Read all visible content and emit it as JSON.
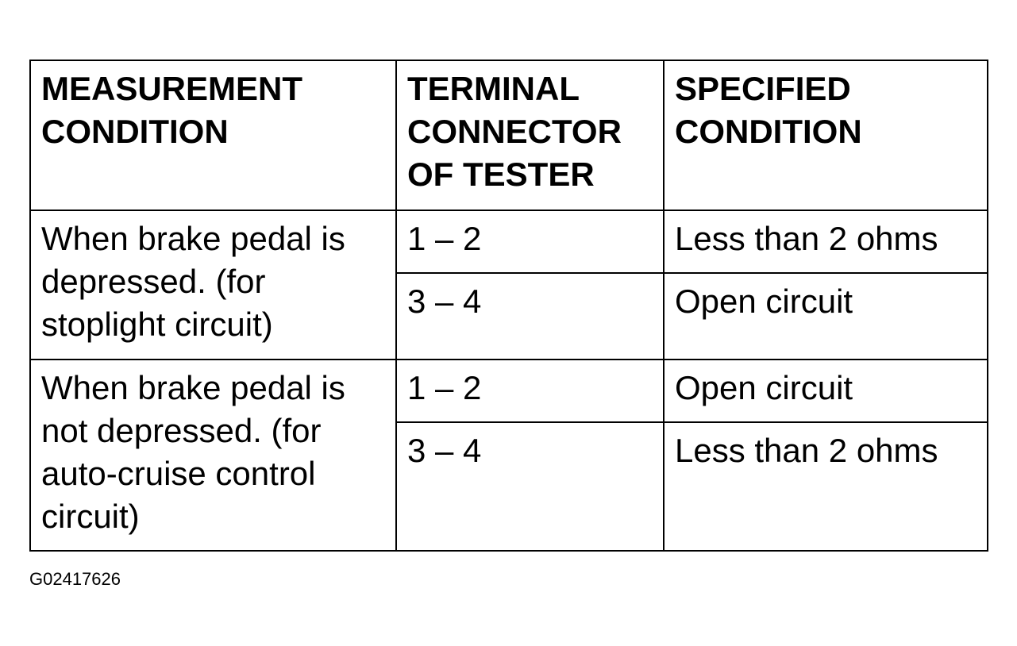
{
  "table": {
    "headers": [
      "MEASUREMENT CONDITION",
      "TERMINAL CONNECTOR OF TESTER",
      "SPECIFIED CONDITION"
    ],
    "groups": [
      {
        "condition": "When brake pedal is depressed. (for stoplight circuit)",
        "rows": [
          {
            "terminal": "1 – 2",
            "specified": "Less than 2 ohms"
          },
          {
            "terminal": "3 – 4",
            "specified": "Open circuit"
          }
        ]
      },
      {
        "condition": "When brake pedal is not depressed. (for auto-cruise control circuit)",
        "rows": [
          {
            "terminal": "1 – 2",
            "specified": "Open circuit"
          },
          {
            "terminal": "3 – 4",
            "specified": "Less than 2 ohms"
          }
        ]
      }
    ]
  },
  "figure_id": "G02417626"
}
